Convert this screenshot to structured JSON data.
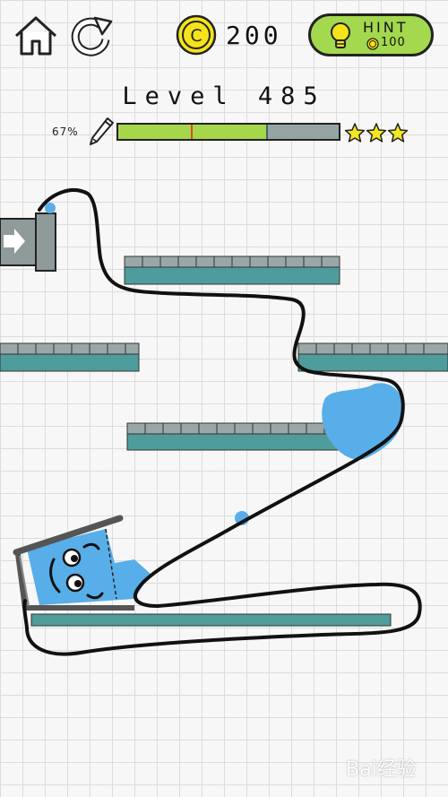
{
  "coins": {
    "count": "200"
  },
  "hint": {
    "label": "HINT",
    "cost": "100"
  },
  "level": {
    "title": "Level 485"
  },
  "progress": {
    "percent_label": "67%",
    "fill_percent": 67,
    "red_marker_percent": 33,
    "divider_percent": 67
  },
  "stars": {
    "count": 3
  },
  "icons": {
    "home": "home-icon",
    "restart": "restart-icon",
    "coin": "coin-icon",
    "hint": "lightbulb-icon",
    "pencil": "pencil-icon",
    "star": "star-icon",
    "exit": "arrow-right-icon"
  },
  "colors": {
    "accent_green": "#a4d84e",
    "coin_yellow": "#f5e31a",
    "water_blue": "#58aee8",
    "platform_teal": "#4f9c9c",
    "platform_gray": "#9aa7a7",
    "progress_marker": "#d84b2a",
    "star_yellow": "#f3e624"
  },
  "watermark": {
    "text": "Bai经验"
  }
}
